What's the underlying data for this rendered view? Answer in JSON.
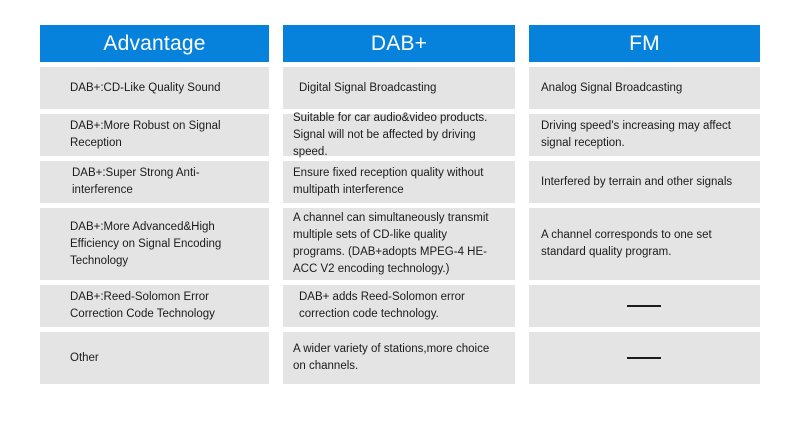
{
  "table": {
    "columns": [
      {
        "id": "advantage",
        "header": "Advantage",
        "cells": [
          "DAB+:CD-Like Quality Sound",
          "DAB+:More Robust on Signal Reception",
          "DAB+:Super Strong Anti-interference",
          "DAB+:More Advanced&High Efficiency on Signal Encoding Technology",
          "DAB+:Reed-Solomon Error Correction Code Technology",
          "Other"
        ]
      },
      {
        "id": "dab-plus",
        "header": "DAB+",
        "cells": [
          "Digital Signal Broadcasting",
          "Suitable for car audio&video products. Signal will not be affected by driving speed.",
          "Ensure fixed reception quality without multipath interference",
          "A channel can simultaneously transmit multiple sets of CD-like quality programs. (DAB+adopts MPEG-4 HE-ACC V2 encoding technology.)",
          "DAB+ adds Reed-Solomon error correction code technology.",
          "A wider variety of stations,more choice on channels."
        ]
      },
      {
        "id": "fm",
        "header": "FM",
        "cells": [
          "Analog Signal Broadcasting",
          "Driving speed's increasing may affect signal reception.",
          "Interfered by terrain and other signals",
          "A channel corresponds to one set standard quality program.",
          "",
          ""
        ]
      }
    ],
    "placeholder_dash": "——",
    "colors": {
      "header_blue": "#0782dc",
      "cell_grey": "#e4e4e4",
      "text": "#1b1b1b",
      "page_background": "#ffffff"
    }
  }
}
